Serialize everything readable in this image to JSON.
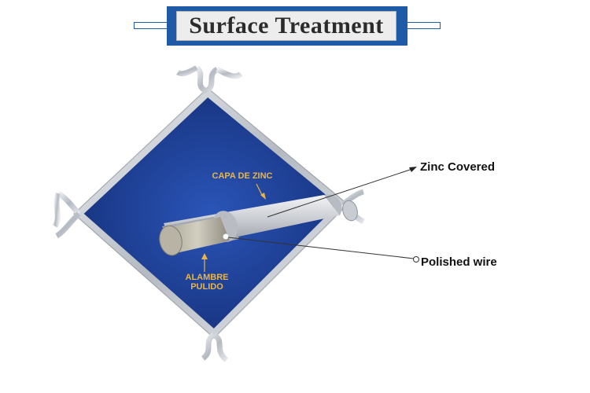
{
  "header": {
    "title": "Surface Treatment"
  },
  "diagram": {
    "inner_labels": {
      "zinc_layer": "CAPA DE ZINC",
      "wire_line1": "ALAMBRE",
      "wire_line2": "PULIDO"
    },
    "callouts": {
      "zinc_covered": "Zinc Covered",
      "polished_wire": "Polished wire"
    }
  },
  "colors": {
    "header_blue": "#1f5aa6",
    "panel_blue": "#1d3f95",
    "label_gold": "#e9b54a",
    "mesh_silver": "#c8ccd2"
  }
}
